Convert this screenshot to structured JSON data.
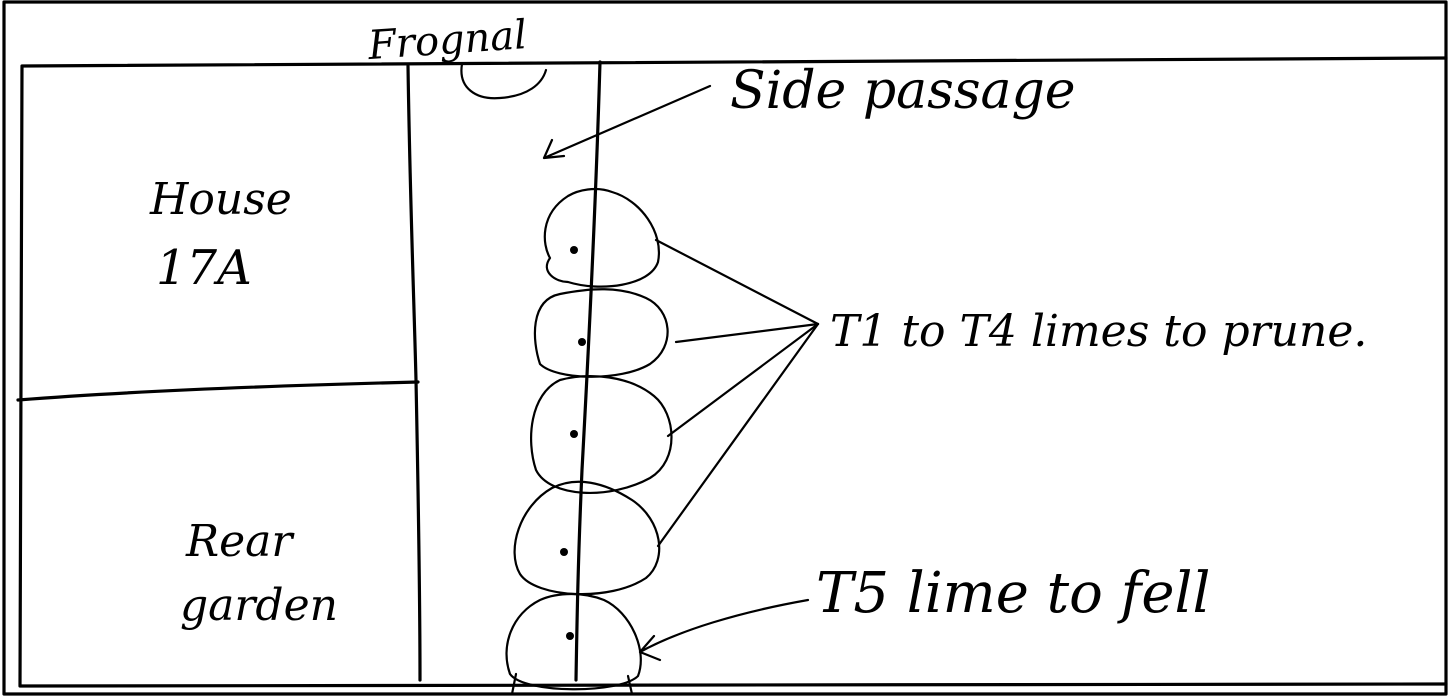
{
  "labels": {
    "road": "Frognal",
    "side_passage": "Side passage",
    "house": "House",
    "house_number": "17A",
    "trees_prune": "T1 to T4 limes to prune.",
    "rear_line1": "Rear",
    "rear_line2": "garden",
    "tree_fell": "T5 lime to fell"
  }
}
